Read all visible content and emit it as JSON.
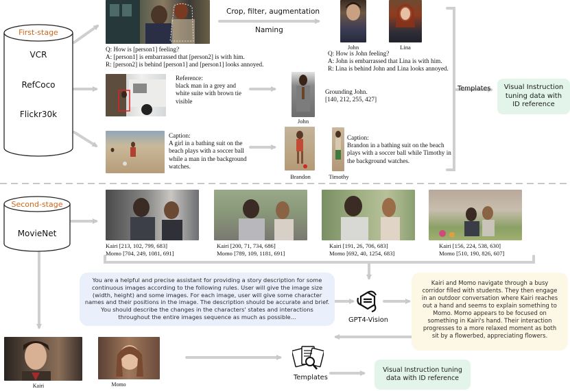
{
  "first_stage": {
    "label": "First-stage",
    "datasets": [
      "VCR",
      "RefCoco",
      "Flickr30k"
    ]
  },
  "second_stage": {
    "label": "Second-stage",
    "dataset": "MovieNet"
  },
  "vcr_row": {
    "transform_label": "Crop, filter, augmentation",
    "naming_label": "Naming",
    "left_qa": "Q: How is [person1] feeling?\nA: [person1] is embarrassed that [person2] is with him.\nR: [person2] is behind [person1] and [person1] looks annoyed.",
    "names": [
      "John",
      "Lina"
    ],
    "right_qa": "Q: How is John feeling?\nA: John is embarrassed that Lina is with him.\nR: Lina is behind John and Lina looks annoyed."
  },
  "refcoco_row": {
    "reference": "Reference:\nblack man in a grey and\nwhite suite with brown tie\nvisible",
    "name": "John",
    "grounding": "Grounding John.\n[140, 212, 255, 427]"
  },
  "flickr_row": {
    "caption_left": "Caption:\nA girl in a bathing suit on the\nbeach plays with a soccer ball\nwhile a man in the background\nwatches.",
    "names": [
      "Brandon",
      "Timothy"
    ],
    "caption_right": "Caption:\nBrandon in a bathing suit on the beach\nplays with a soccer ball while Timothy in\nthe background watches."
  },
  "templates_label": "Templates",
  "output_box": "Visual Instruction\ntuning data with\nID reference",
  "movie_frames": [
    {
      "kairi": "Kairi [213, 102, 799, 683]",
      "momo": "Momo [704, 249, 1081, 691]"
    },
    {
      "kairi": "Kairi [200, 71, 734, 686]",
      "momo": "Momo [789, 109, 1181, 691]"
    },
    {
      "kairi": "Kairi [191, 26, 706, 683]",
      "momo": "Momo [692, 40, 1254, 683]"
    },
    {
      "kairi": "Kairi [156, 224, 538, 630]",
      "momo": "Momo [510, 190, 826, 607]"
    }
  ],
  "prompt_text": "You are a helpful and precise assistant for providing a story description for some\ncontinuous images according to the following rules. User will give the image size\n(width, height) and some images. For each image, user will give some character\nnames and their positions in the image. The description should be accurate and brief.\nYou should describe the changes in the characters' states and interactions\nthroughout the entire images sequence as much as possible...",
  "gpt_label": "GPT4-Vision",
  "story_text": "Kairi and Momo navigate through a busy\ncorridor filled with students. They then engage\nin an outdoor conversation where Kairi reaches\nout a hand and seems to explain something to\nMomo. Momo appears to be focused on\nsomething in Kairi's hand. Their interaction\nprogresses to a more relaxed moment as both\nsit by a flowerbed, appreciating flowers.",
  "portraits": [
    "Kairi",
    "Momo"
  ],
  "templates_label_2": "Templates",
  "output_box_2": "Visual Instruction tuning\ndata with ID reference",
  "colors": {
    "accent": "#d0651a",
    "green_box": "#e3f5ea",
    "blue_bubble": "#eaf0fb",
    "yellow_bubble": "#fdf8e6",
    "arrow": "#cccccc"
  }
}
